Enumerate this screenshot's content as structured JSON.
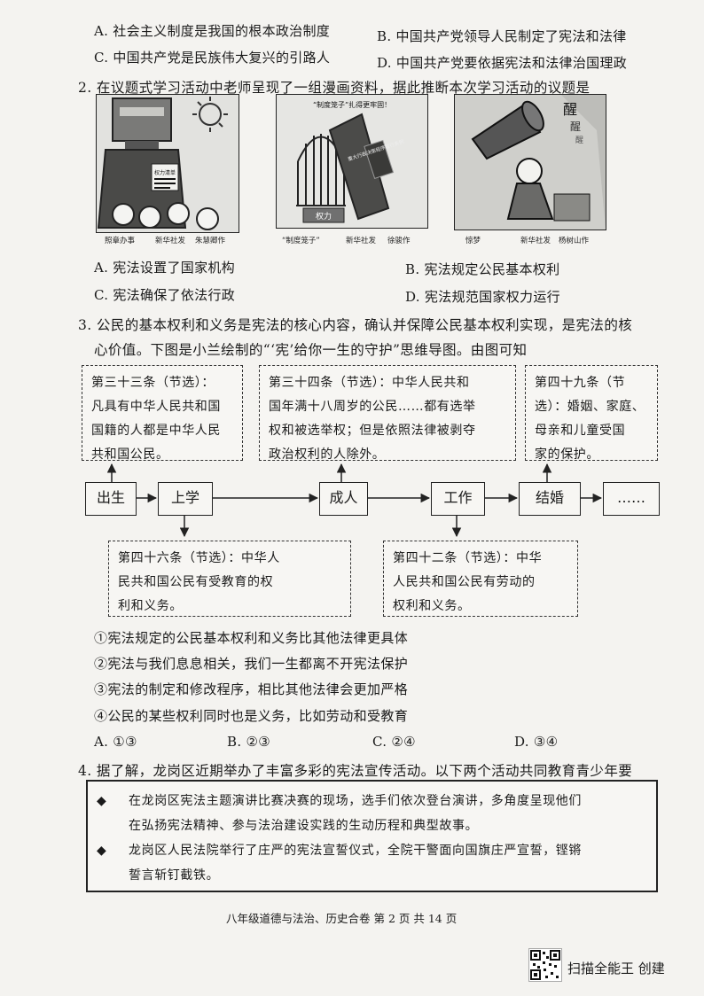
{
  "q1": {
    "options": [
      {
        "text": "A. 社会主义制度是我国的根本政治制度"
      },
      {
        "text": "B. 中国共产党领导人民制定了宪法和法律"
      },
      {
        "text": "C. 中国共产党是民族伟大复兴的引路人"
      },
      {
        "text": "D. 中国共产党要依据宪法和法律治国理政"
      }
    ]
  },
  "q2": {
    "stem": "2. 在议题式学习活动中老师呈现了一组漫画资料，据此推断本次学习活动的议题是",
    "comic1": {
      "caption_left": "照章办事",
      "caption_mid": "新华社发",
      "caption_right": "朱慧卿作",
      "sign": "权力清单"
    },
    "comic2": {
      "caption_left": "“制度笼子”",
      "caption_mid": "新华社发",
      "caption_right": "徐骏作",
      "banner": "“制度笼子”扎得更牢固！",
      "book": "重大行政决策程序暂行条例",
      "base": "权力"
    },
    "comic3": {
      "caption_left": "惊梦",
      "caption_mid": "新华社发",
      "caption_right": "杨树山作",
      "wake1": "醒",
      "wake2": "醒",
      "wake3": "醒"
    },
    "options": [
      {
        "text": "A. 宪法设置了国家机构"
      },
      {
        "text": "B. 宪法规定公民基本权利"
      },
      {
        "text": "C. 宪法确保了依法行政"
      },
      {
        "text": "D. 宪法规范国家权力运行"
      }
    ]
  },
  "q3": {
    "stem_l1": "3. 公民的基本权利和义务是宪法的核心内容，确认并保障公民基本权利实现，是宪法的核",
    "stem_l2": "心价值。下图是小兰绘制的“‘宪’给你一生的守护”思维导图。由图可知",
    "box33": [
      "第三十三条（节选）：",
      "凡具有中华人民共和国",
      "国籍的人都是中华人民",
      "共和国公民。"
    ],
    "box34": [
      "第三十四条（节选）：中华人民共和",
      "国年满十八周岁的公民……都有选举",
      "权和被选举权；但是依照法律被剥夺",
      "政治权利的人除外。"
    ],
    "box49": [
      "第四十九条（节",
      "选）：婚姻、家庭、",
      "母亲和儿童受国",
      "家的保护。"
    ],
    "flow": [
      "出生",
      "上学",
      "成人",
      "工作",
      "结婚",
      "……"
    ],
    "box46": [
      "第四十六条（节选）：中华人",
      "民共和国公民有受教育的权",
      "利和义务。"
    ],
    "box42": [
      "第四十二条（节选）：中华",
      "人民共和国公民有劳动的",
      "权利和义务。"
    ],
    "statements": [
      "①宪法规定的公民基本权利和义务比其他法律更具体",
      "②宪法与我们息息相关，我们一生都离不开宪法保护",
      "③宪法的制定和修改程序，相比其他法律会更加严格",
      "④公民的某些权利同时也是义务，比如劳动和受教育"
    ],
    "options": [
      {
        "text": "A. ①③"
      },
      {
        "text": "B. ②③"
      },
      {
        "text": "C. ②④"
      },
      {
        "text": "D. ③④"
      }
    ]
  },
  "q4": {
    "stem": "4. 据了解，龙岗区近期举办了丰富多彩的宪法宣传活动。以下两个活动共同教育青少年要",
    "bullet_symbol": "◆",
    "bullets": [
      [
        "在龙岗区宪法主题演讲比赛决赛的现场，选手们依次登台演讲，多角度呈现他们",
        "在弘扬宪法精神、参与法治建设实践的生动历程和典型故事。"
      ],
      [
        "龙岗区人民法院举行了庄严的宪法宣誓仪式，全院干警面向国旗庄严宣誓，铿锵",
        "誓言斩钉截铁。"
      ]
    ]
  },
  "footer": {
    "text": "八年级道德与法治、历史合卷  第 2 页 共 14 页"
  },
  "watermark": {
    "text": "扫描全能王 创建"
  }
}
